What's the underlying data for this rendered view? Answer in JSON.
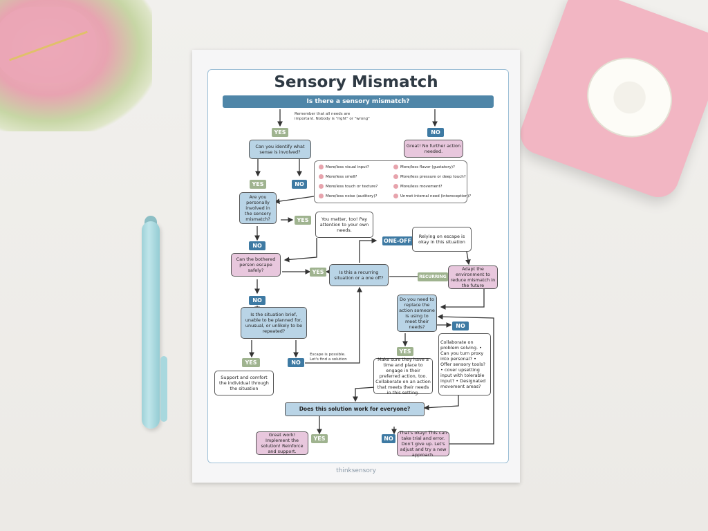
{
  "flowchart": {
    "title": "Sensory Mismatch",
    "question_bar": "Is there a sensory mismatch?",
    "note_needs": "Remember that all needs are important. Nobody is \"right\" or \"wrong\"",
    "yes": "YES",
    "no": "NO",
    "one_off": "ONE-OFF",
    "recurring": "RECURRING",
    "no_further": "Great! No further action needed.",
    "identify_sense": "Can you identify what sense is involved?",
    "senses": [
      "More/less visual input?",
      "More/less flavor (gustatory)?",
      "More/less smell?",
      "More/less pressure or deep touch?",
      "More/less touch or texture?",
      "More/less movement?",
      "More/less noise (auditory)?",
      "Unmet internal need (interoception)?"
    ],
    "personally_involved": "Are you personally involved in the sensory mismatch?",
    "you_matter": "You matter, too! Pay attention to your own needs.",
    "can_escape": "Can the bothered person escape safely?",
    "recurring_question": "Is this a recurring situation or a one off?",
    "relying_escape": "Relying on escape is okay in this situation",
    "adapt_env": "Adapt the environment to reduce mismatch in the future",
    "situation_brief": "Is the situation brief, unable to be planned for, unusual, or unlikely to be repeated?",
    "replace_action": "Do you need to replace the action someone is using to meet their needs?",
    "escape_possible": "Escape is possible. Let's find a solution",
    "support_comfort": "Support and comfort the individual through the situation",
    "make_sure": "Make sure they have a time and place to engage in their preferred action, too. Collaborate on an action that meets their needs in this setting.",
    "collaborate": "Collaborate on problem solving. • Can you turn proxy into personal? • Offer sensory tools? • cover upsetting input with tolerable input? • Designated movement areas?",
    "solution_works": "Does this solution work for everyone?",
    "great_work": "Great work! Implement the solution! Reinforce and support.",
    "thats_okay": "That's okay! This can take trial and error. Don't give up. Let's adjust and try a new approach.",
    "logo": "thinksensory"
  }
}
